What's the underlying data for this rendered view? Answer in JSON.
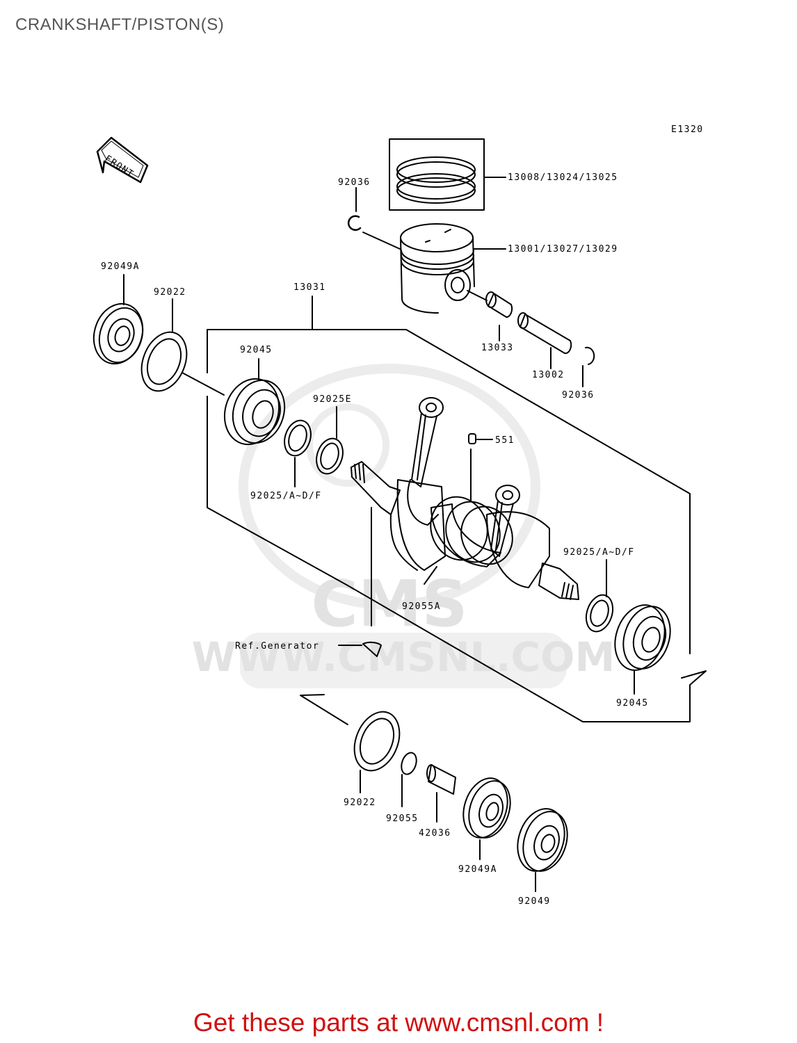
{
  "header": {
    "title": "CRANKSHAFT/PISTON(S)"
  },
  "diagram": {
    "code": "E1320",
    "front_label": "FRONT",
    "labels": {
      "p92036_top": "92036",
      "p13008": "13008/13024/13025",
      "p13001": "13001/13027/13029",
      "p92049A_top": "92049A",
      "p92022_top": "92022",
      "p13031": "13031",
      "p92045_top": "92045",
      "p13033": "13033",
      "p13002": "13002",
      "p92036_right": "92036",
      "p92025E": "92025E",
      "p551": "551",
      "p92025_left": "92025/A~D/F",
      "p92025_right": "92025/A~D/F",
      "p92055A": "92055A",
      "ref_generator": "Ref.Generator",
      "p92045_bottom": "92045",
      "p92022_bottom": "92022",
      "p92055": "92055",
      "p42036": "42036",
      "p92049A_bottom": "92049A",
      "p92049": "92049"
    }
  },
  "watermark": {
    "brand": "CMS",
    "url_text": "WWW.CMSNL.COM"
  },
  "footer": {
    "cta": "Get these parts at www.cmsnl.com !"
  }
}
